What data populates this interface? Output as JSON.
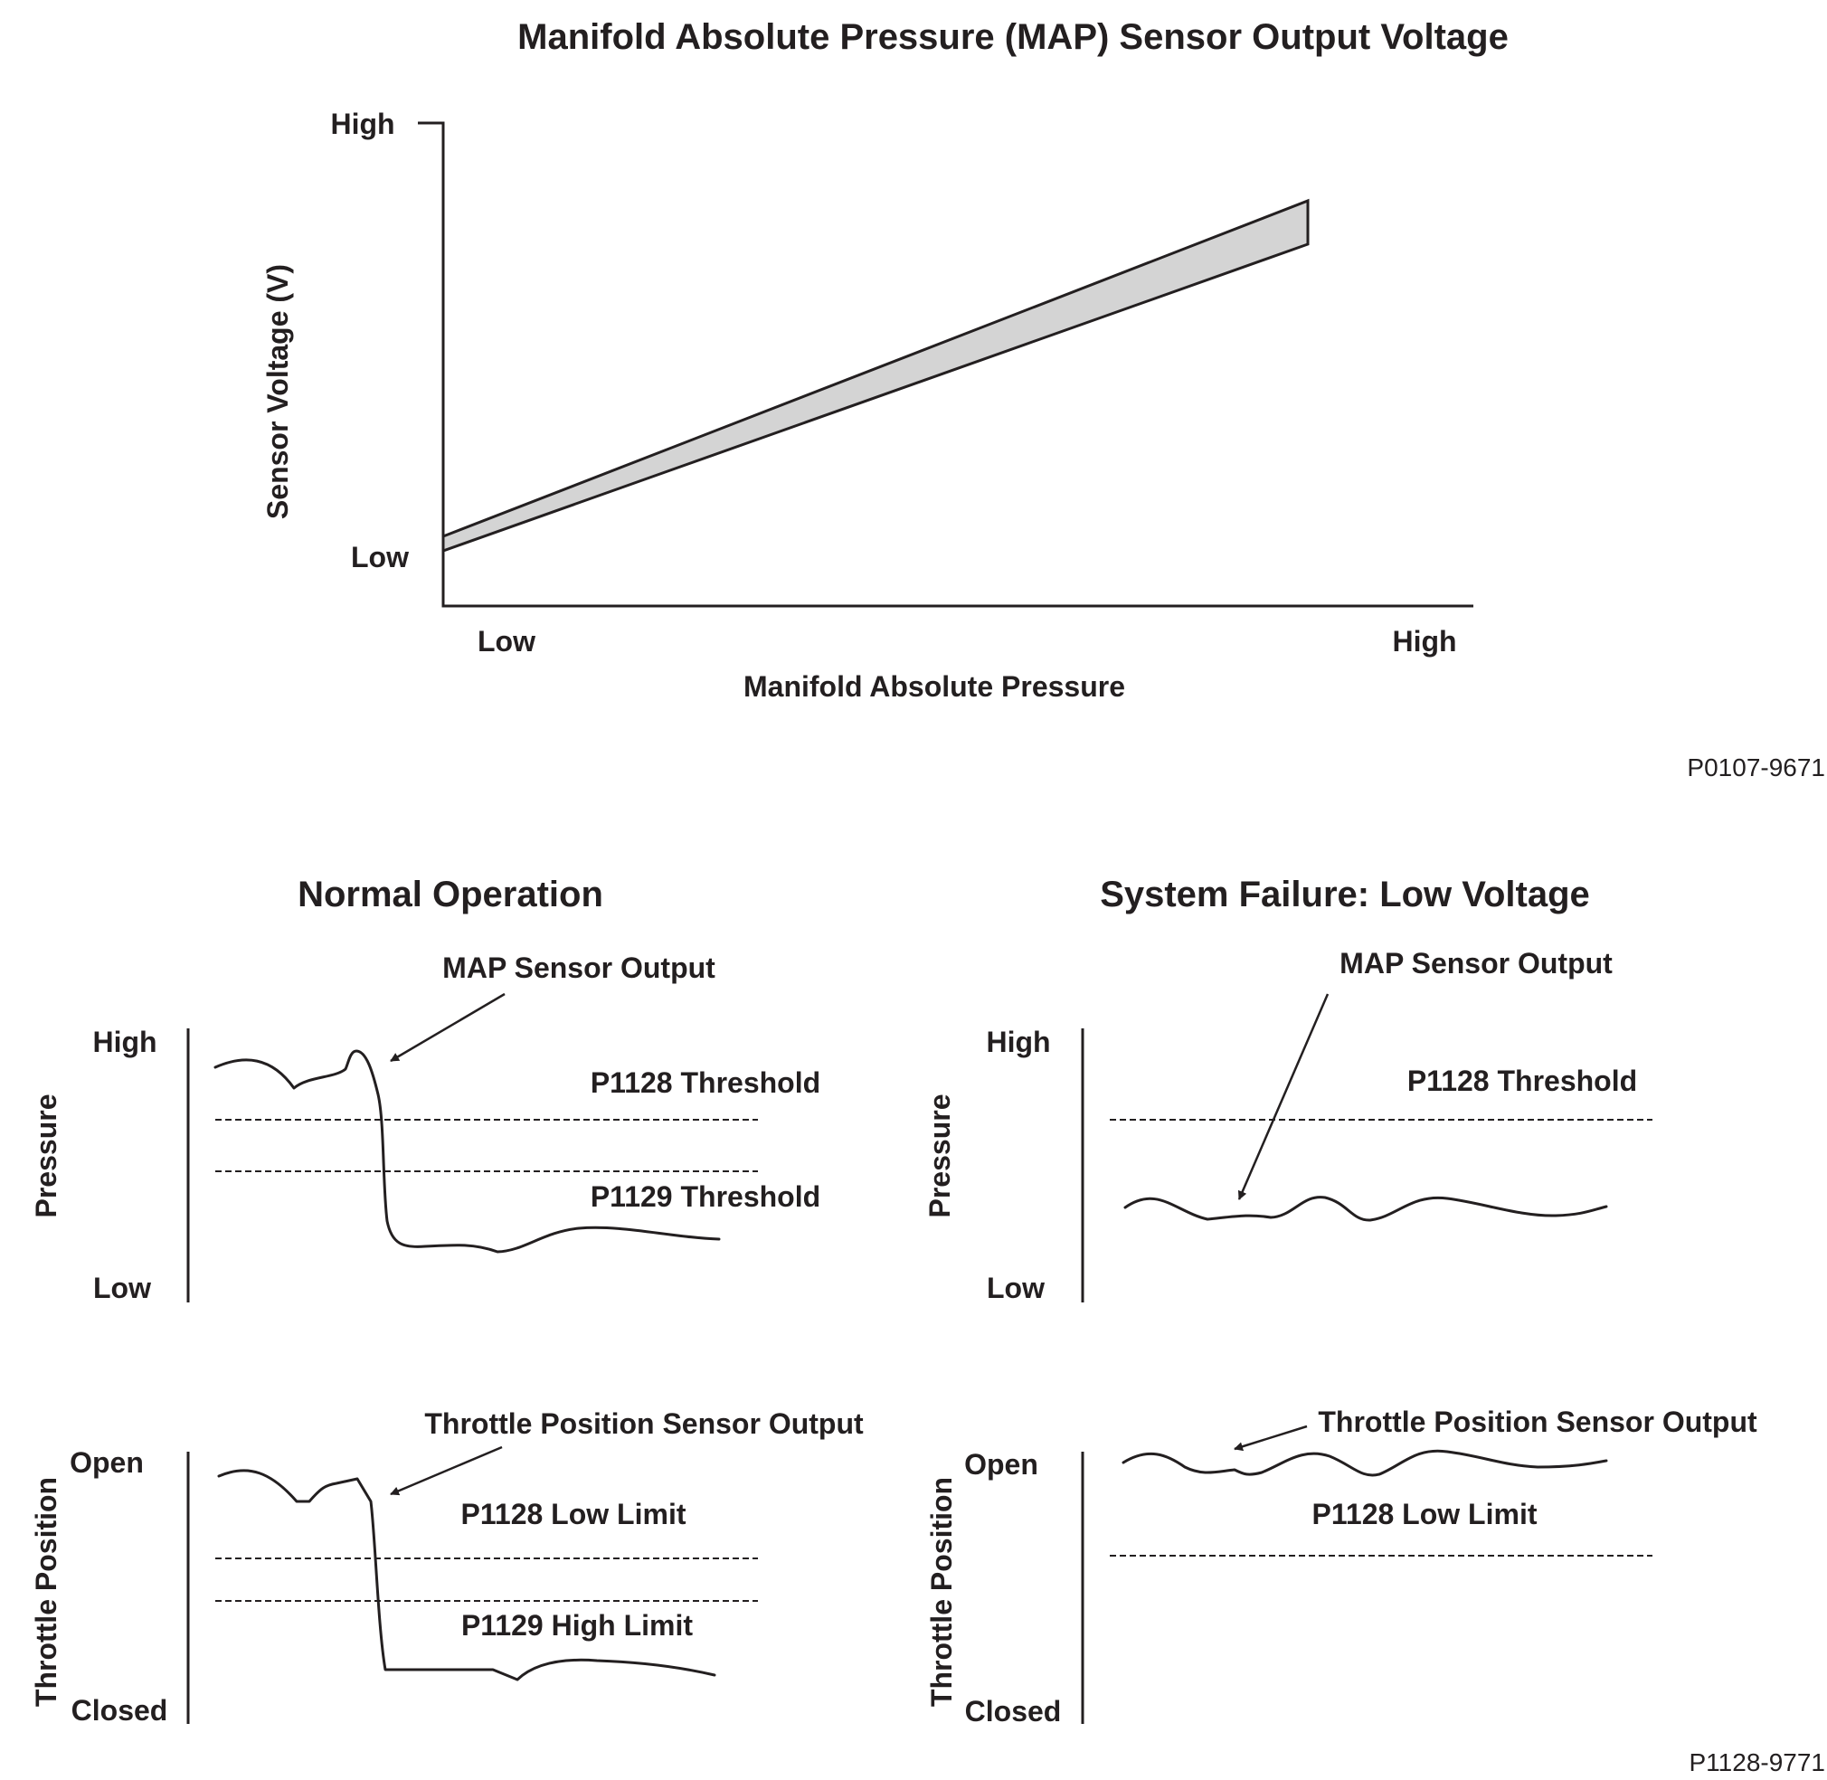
{
  "top_chart": {
    "title": "Manifold Absolute Pressure (MAP) Sensor Output Voltage",
    "y_axis_label": "Sensor Voltage (V)",
    "y_tick_high": "High",
    "y_tick_low": "Low",
    "x_axis_label": "Manifold Absolute Pressure",
    "x_tick_low": "Low",
    "x_tick_high": "High",
    "figure_id": "P0107-9671"
  },
  "normal": {
    "title": "Normal Operation",
    "pressure": {
      "y_label": "Pressure",
      "high": "High",
      "low": "Low",
      "callout": "MAP Sensor Output",
      "threshold_1": "P1128 Threshold",
      "threshold_2": "P1129 Threshold"
    },
    "throttle": {
      "y_label": "Throttle Position",
      "high": "Open",
      "low": "Closed",
      "callout": "Throttle Position Sensor Output",
      "limit_1": "P1128 Low Limit",
      "limit_2": "P1129 High Limit"
    }
  },
  "failure": {
    "title": "System Failure: Low Voltage",
    "pressure": {
      "y_label": "Pressure",
      "high": "High",
      "low": "Low",
      "callout": "MAP Sensor Output",
      "threshold_1": "P1128 Threshold"
    },
    "throttle": {
      "y_label": "Throttle Position",
      "high": "Open",
      "low": "Closed",
      "callout": "Throttle Position Sensor Output",
      "limit_1": "P1128 Low Limit"
    }
  },
  "bottom_figure_id": "P1128-9771"
}
